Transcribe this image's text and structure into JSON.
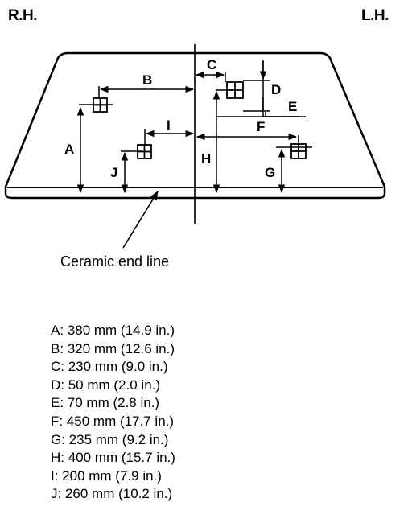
{
  "header": {
    "left_label": "R.H.",
    "right_label": "L.H."
  },
  "callout": "Ceramic end line",
  "dimension_letters": {
    "A": "A",
    "B": "B",
    "C": "C",
    "D": "D",
    "E": "E",
    "F": "F",
    "G": "G",
    "H": "H",
    "I": "I",
    "J": "J"
  },
  "legend": [
    "A: 380 mm (14.9 in.)",
    "B: 320 mm (12.6 in.)",
    "C: 230 mm (9.0 in.)",
    "D: 50 mm (2.0 in.)",
    "E: 70 mm (2.8 in.)",
    "F: 450 mm (17.7 in.)",
    "G: 235 mm (9.2 in.)",
    "H: 400 mm (15.7 in.)",
    "I: 200 mm (7.9 in.)",
    "J: 260 mm (10.2 in.)"
  ]
}
